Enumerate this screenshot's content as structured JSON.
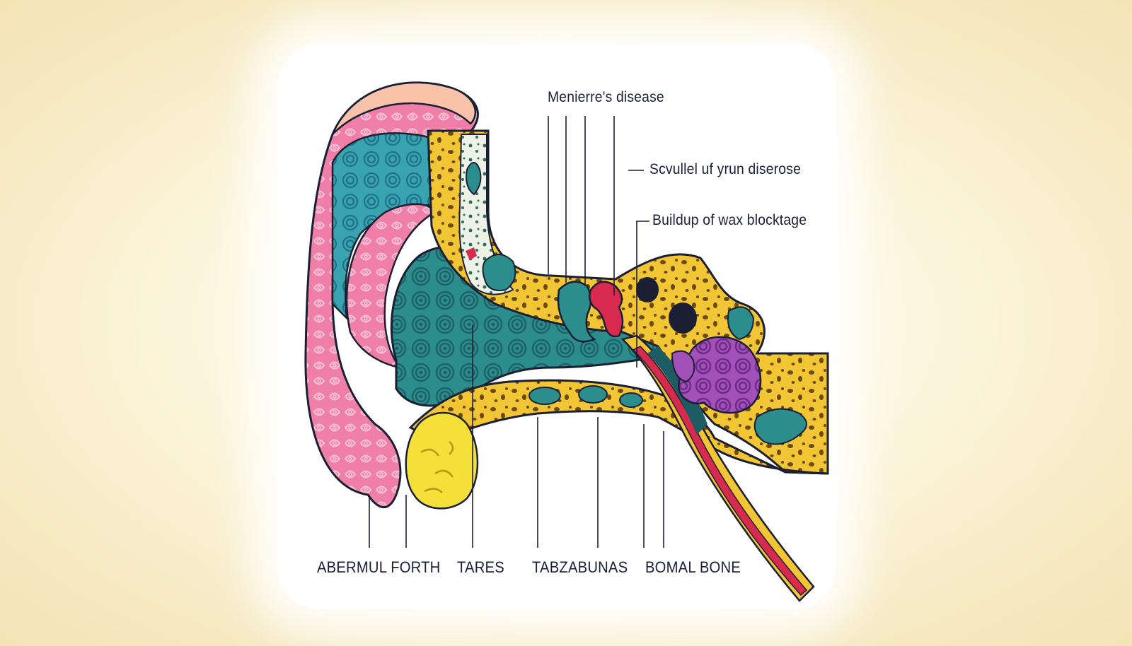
{
  "diagram": {
    "labels": {
      "menieres": "Menierre's disease",
      "scvullel": "Scvullel uf yrun diserose",
      "buildup": "Buildup of wax blocktage",
      "abermul": "ABERMUL FORTH",
      "tares": "TARES",
      "tabzabunas": "TABZABUNAS",
      "bomal": "BOMAL BONE"
    },
    "colors": {
      "skin_pink": "#f07fa8",
      "skin_pink_light": "#f6a6c4",
      "canal_teal": "#2f8f8e",
      "canal_dark": "#1d5c63",
      "bone_yellow": "#f1c533",
      "bone_dark": "#c28e14",
      "wax_yellow": "#f5e03a",
      "cochlea_purple": "#9b4db1",
      "tube_red": "#d8294f",
      "outline": "#1b1f33"
    }
  }
}
